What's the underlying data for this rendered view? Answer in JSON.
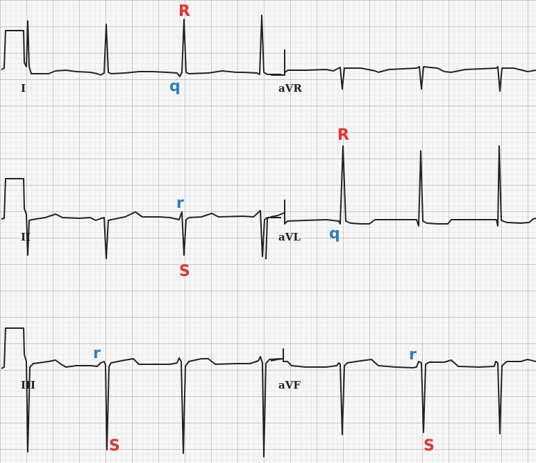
{
  "leads": {
    "I": "I",
    "II": "II",
    "III": "III",
    "aVR": "aVR",
    "aVL": "aVL",
    "aVF": "aVF"
  },
  "annotations": {
    "lead_I_R": "R",
    "lead_I_q": "q",
    "lead_II_r": "r",
    "lead_II_S": "S",
    "lead_aVL_R": "R",
    "lead_aVL_q": "q",
    "lead_III_r": "r",
    "lead_III_S": "S",
    "lead_aVF_r": "r",
    "lead_aVF_S": "S"
  },
  "colors": {
    "R_S_label": "#e8322e",
    "q_r_label": "#2a7fc1",
    "trace": "#222222",
    "grid_major": "#9a9a9a",
    "grid_minor": "#d6d6d6"
  }
}
